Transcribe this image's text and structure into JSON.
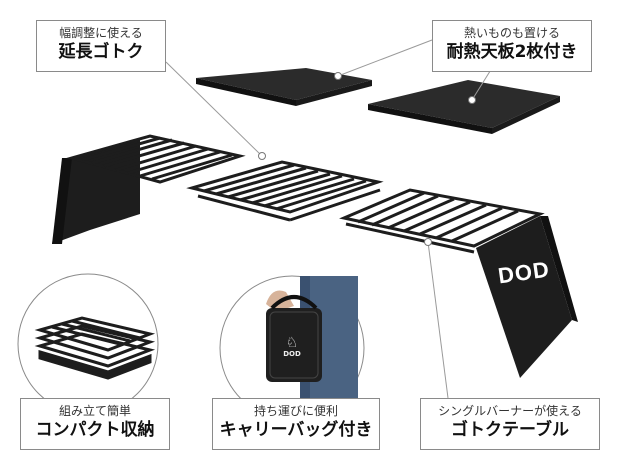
{
  "callouts": [
    {
      "sub": "幅調整に使える",
      "main": "延長ゴトク"
    },
    {
      "sub": "熱いものも置ける",
      "main": "耐熱天板2枚付き"
    },
    {
      "sub": "組み立て簡単",
      "main": "コンパクト収納"
    },
    {
      "sub": "持ち運びに便利",
      "main": "キャリーバッグ付き"
    },
    {
      "sub": "シングルバーナーが使える",
      "main": "ゴトクテーブル"
    }
  ],
  "brand": {
    "logo": "DOD"
  },
  "colors": {
    "product": "#1d1d1d",
    "plate": "#2b2b2b",
    "frame": "#8a8a8a",
    "leader": "#9a9a9a"
  }
}
